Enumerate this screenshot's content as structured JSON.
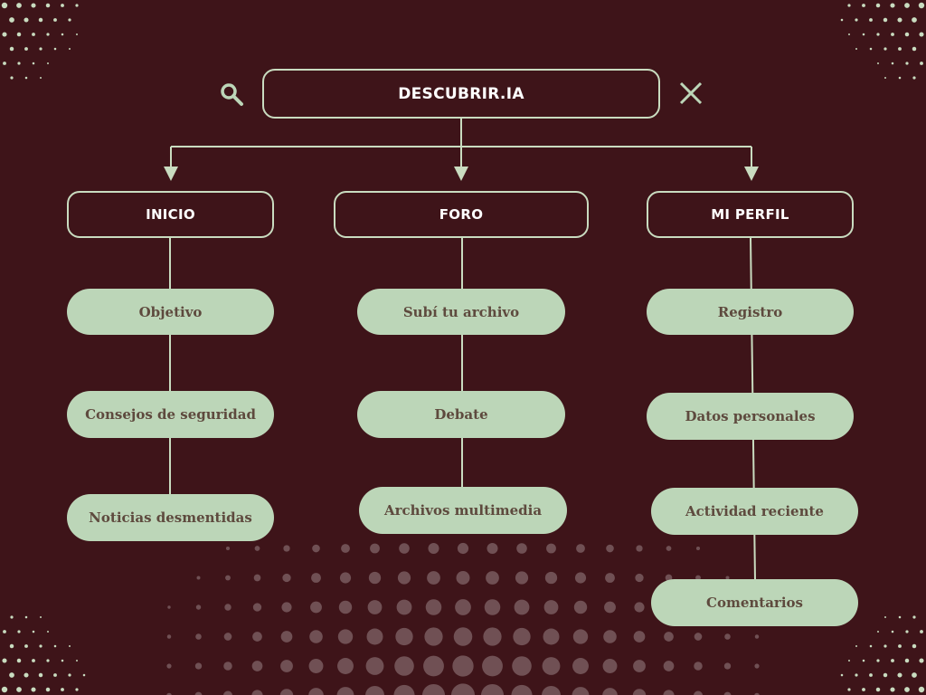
{
  "colors": {
    "background": "#3e1419",
    "accent": "#bcd6b8",
    "outline": "#c9dcc0",
    "pill_text": "#5e4a3e"
  },
  "root": {
    "label": "DESCUBRIR.IA",
    "left_icon": "search-icon",
    "right_icon": "close-icon"
  },
  "sections": [
    {
      "label": "INICIO",
      "items": [
        "Objetivo",
        "Consejos de seguridad",
        "Noticias desmentidas"
      ]
    },
    {
      "label": "FORO",
      "items": [
        "Subí tu archivo",
        "Debate",
        "Archivos multimedia"
      ]
    },
    {
      "label": "MI PERFIL",
      "items": [
        "Registro",
        "Datos personales",
        "Actividad reciente",
        "Comentarios"
      ]
    }
  ]
}
